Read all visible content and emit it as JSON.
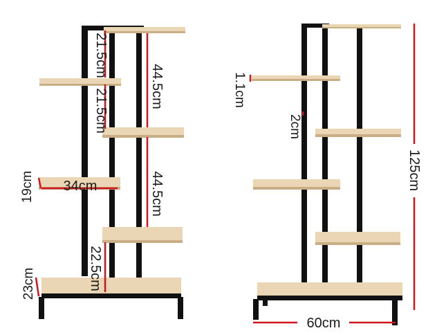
{
  "colors": {
    "frame": "#111111",
    "shelf_top": "#ead6b4",
    "shelf_edge": "#c9ae85",
    "measure_line": "#d0151c",
    "label_text": "#1a1a1a",
    "background": "#ffffff"
  },
  "front_view": {
    "dimensions": {
      "d_21_5_top": "21.5cm",
      "d_21_5_mid": "21.5cm",
      "d_44_5_top": "44.5cm",
      "d_44_5_bottom": "44.5cm",
      "d_19": "19cm",
      "d_34": "34cm",
      "d_22_5": "22.5cm",
      "d_23": "23cm"
    }
  },
  "side_view": {
    "dimensions": {
      "d_1_1": "1.1cm",
      "d_2": "2cm",
      "d_125": "125cm",
      "d_60": "60cm"
    }
  }
}
